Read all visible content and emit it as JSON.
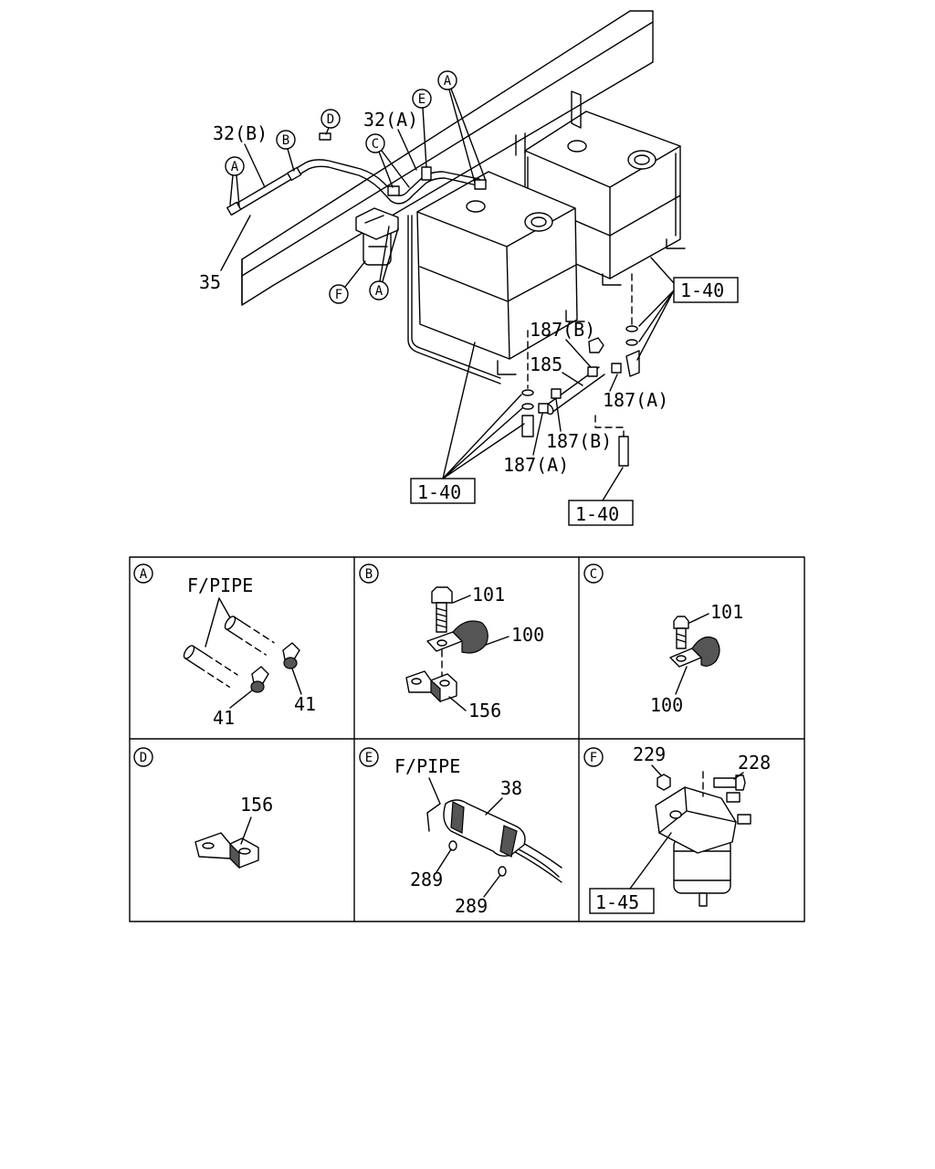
{
  "main_view": {
    "part_labels": {
      "p32b": "32(B)",
      "p32a": "32(A)",
      "p35": "35",
      "p187b_upper": "187(B)",
      "p185": "185",
      "p187a_upper": "187(A)",
      "p187b_lower": "187(B)",
      "p187a_lower": "187(A)"
    },
    "detail_callouts": [
      "A",
      "B",
      "D",
      "C",
      "E",
      "A",
      "F",
      "A"
    ],
    "reference_boxes": [
      "1-40",
      "1-40",
      "1-40"
    ]
  },
  "panels": [
    {
      "letter": "A",
      "labels": [
        "F/PIPE",
        "41",
        "41"
      ]
    },
    {
      "letter": "B",
      "labels": [
        "101",
        "100",
        "156"
      ]
    },
    {
      "letter": "C",
      "labels": [
        "101",
        "100"
      ]
    },
    {
      "letter": "D",
      "labels": [
        "156"
      ]
    },
    {
      "letter": "E",
      "labels": [
        "F/PIPE",
        "38",
        "289",
        "289"
      ]
    },
    {
      "letter": "F",
      "labels": [
        "229",
        "228"
      ],
      "reference_box": "1-45"
    }
  ]
}
